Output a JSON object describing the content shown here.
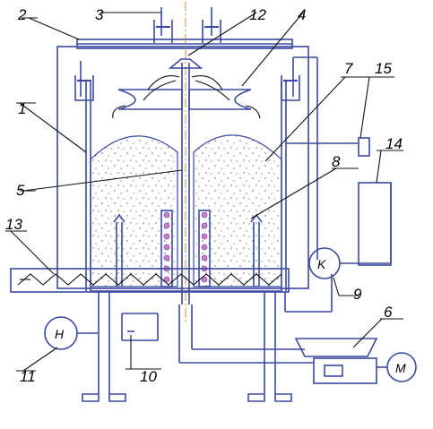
{
  "diagram": {
    "callouts": [
      "1",
      "2",
      "3",
      "4",
      "5",
      "6",
      "7",
      "8",
      "9",
      "10",
      "11",
      "12",
      "13",
      "14",
      "15"
    ],
    "device_labels": {
      "compressor": "K",
      "pump": "H",
      "motor": "M"
    },
    "colors": {
      "outline": "#3a4aa0",
      "coil": "#8a4fb0",
      "leader": "#111111"
    }
  }
}
